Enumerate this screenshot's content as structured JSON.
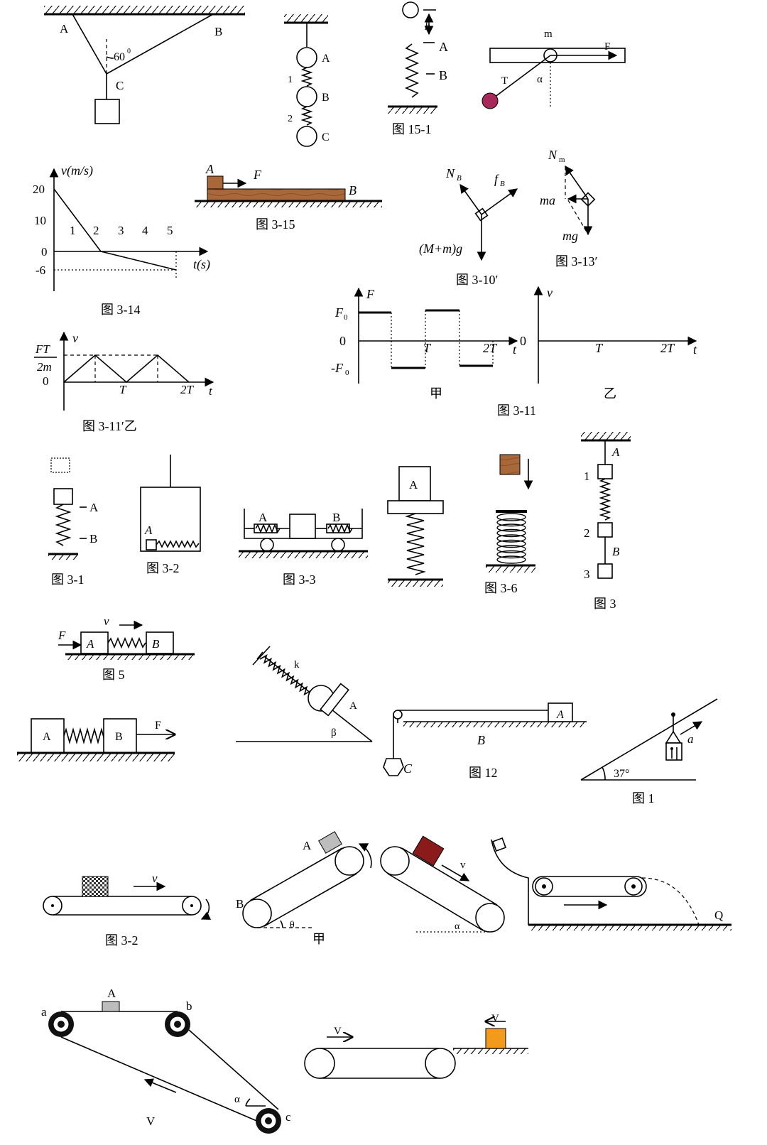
{
  "colors": {
    "wood": "#a8683a",
    "dark_red_block": "#8b1a1a",
    "orange_block": "#f29a1c",
    "grey_block": "#bdbdbd",
    "magenta_ball": "#a8285a"
  },
  "fig_abc": {
    "a": "A",
    "b": "B",
    "c": "C",
    "angle": "60",
    "deg": "0"
  },
  "fig_balls": {
    "a": "A",
    "b": "B",
    "c": "C",
    "s1": "1",
    "s2": "2"
  },
  "fig_15_1": {
    "h": "h",
    "a": "A",
    "b": "B",
    "caption": "图 15-1"
  },
  "fig_pend": {
    "m": "m",
    "f": "F",
    "t": "T",
    "alpha": "α"
  },
  "fig_3_14": {
    "caption": "图 3-14",
    "ylabel": "v(m/s)",
    "xlabel": "t(s)",
    "yticks": [
      "20",
      "10",
      "0",
      "-6"
    ],
    "xticks": [
      "1",
      "2",
      "3",
      "4",
      "5"
    ]
  },
  "fig_3_15": {
    "a": "A",
    "f": "F",
    "b": "B",
    "caption": "图 3-15"
  },
  "fig_3_10": {
    "nb": "N",
    "nb_sub": "B",
    "fb": "f",
    "fb_sub": "B",
    "g": "(M+m)g",
    "caption": "图 3-10′"
  },
  "fig_3_13": {
    "nm": "N",
    "nm_sub": "m",
    "ma": "ma",
    "mg": "mg",
    "caption": "图 3-13′"
  },
  "fig_3_11p": {
    "caption": "图 3-11′乙",
    "v": "v",
    "num": "FT",
    "den": "2m",
    "zero": "0",
    "t1": "T",
    "t2": "2T",
    "t": "t"
  },
  "fig_3_11": {
    "caption": "图 3-11",
    "jia": {
      "label": "甲",
      "f": "F",
      "f0": "F",
      "f0_sub": "0",
      "zero": "0",
      "negf0": "-F",
      "negf0_sub": "0",
      "t1": "T",
      "t2": "2T",
      "t": "t"
    },
    "yi": {
      "label": "乙",
      "v": "v",
      "zero": "0",
      "t1": "T",
      "t2": "2T",
      "t": "t"
    }
  },
  "fig_3_1": {
    "a": "A",
    "b": "B",
    "caption": "图 3-1"
  },
  "fig_3_2a": {
    "a": "A",
    "caption": "图 3-2"
  },
  "fig_3_3": {
    "a": "A",
    "b": "B",
    "caption": "图 3-3"
  },
  "fig_block_a": {
    "a": "A"
  },
  "fig_3_6": {
    "caption": "图 3-6"
  },
  "fig_3": {
    "a": "A",
    "b": "B",
    "n1": "1",
    "n2": "2",
    "n3": "3",
    "caption": "图 3"
  },
  "fig_5": {
    "f": "F",
    "v": "v",
    "a": "A",
    "b": "B",
    "caption": "图 5"
  },
  "fig_ab_f": {
    "a": "A",
    "b": "B",
    "f": "F"
  },
  "fig_incline_k": {
    "k": "k",
    "a": "A",
    "beta": "β"
  },
  "fig_12": {
    "a": "A",
    "b": "B",
    "c": "C",
    "caption": "图 12"
  },
  "fig_1": {
    "angle": "37°",
    "a": "a",
    "caption": "图 1"
  },
  "fig_3_2b": {
    "v": "v",
    "caption": "图 3-2"
  },
  "fig_jia": {
    "a": "A",
    "b": "B",
    "theta": "θ",
    "label": "甲"
  },
  "fig_belt_v": {
    "v": "v",
    "alpha": "α"
  },
  "fig_q": {
    "q": "Q"
  },
  "fig_abc_belt": {
    "a": "a",
    "b": "b",
    "c": "c",
    "block": "A",
    "alpha": "α",
    "v": "V"
  },
  "fig_vv": {
    "v1": "V",
    "v2": "V"
  }
}
